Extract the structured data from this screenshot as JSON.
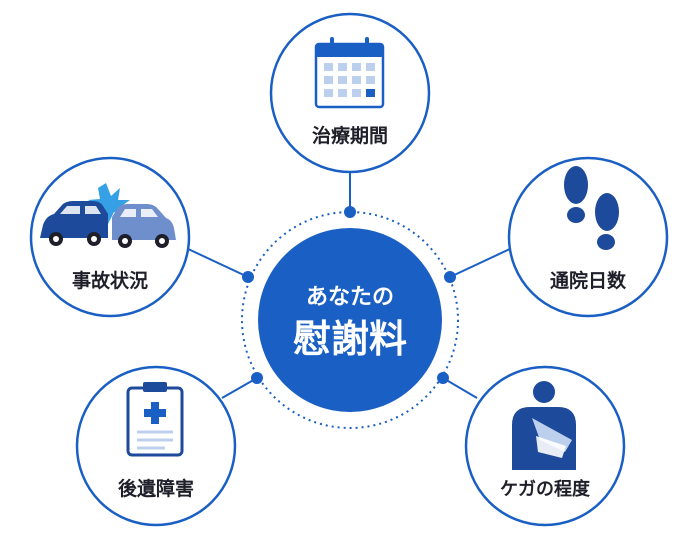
{
  "center": {
    "line1": "あなたの",
    "line2": "慰謝料"
  },
  "factors": [
    {
      "id": "treatment-period",
      "label": "治療期間",
      "icon": "calendar-icon"
    },
    {
      "id": "hospital-days",
      "label": "通院日数",
      "icon": "footprints-icon"
    },
    {
      "id": "injury-severity",
      "label": "ケガの程度",
      "icon": "arm-sling-icon"
    },
    {
      "id": "sequelae",
      "label": "後遺障害",
      "icon": "medical-clipboard-icon"
    },
    {
      "id": "accident-situation",
      "label": "事故状況",
      "icon": "car-collision-icon"
    }
  ],
  "colors": {
    "primary": "#1a5fc4",
    "primary_dark": "#1d4a9a",
    "secondary": "#6f8fcc",
    "light": "#bcd0ee",
    "text": "#1f1f2a",
    "burst": "#35a0e6",
    "background": "#ffffff"
  }
}
